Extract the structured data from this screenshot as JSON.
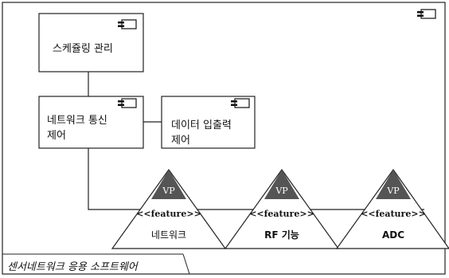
{
  "package": {
    "label": "센서네트워크 응용 소프트웨어"
  },
  "components": [
    {
      "id": "scheduling",
      "lines": [
        "스케쥴링 관리"
      ]
    },
    {
      "id": "network-control",
      "lines": [
        "네트워크 통신",
        "제어"
      ]
    },
    {
      "id": "data-io",
      "lines": [
        "데이터 입출력",
        "제어"
      ]
    }
  ],
  "features": [
    {
      "id": "network",
      "vp": "VP",
      "stereotype": "<<feature>>",
      "name": "네트워크"
    },
    {
      "id": "rf",
      "vp": "VP",
      "stereotype": "<<feature>>",
      "name": "RF 기능"
    },
    {
      "id": "adc",
      "vp": "VP",
      "stereotype": "<<feature>>",
      "name": "ADC"
    }
  ],
  "icons": [
    "component-icon"
  ]
}
